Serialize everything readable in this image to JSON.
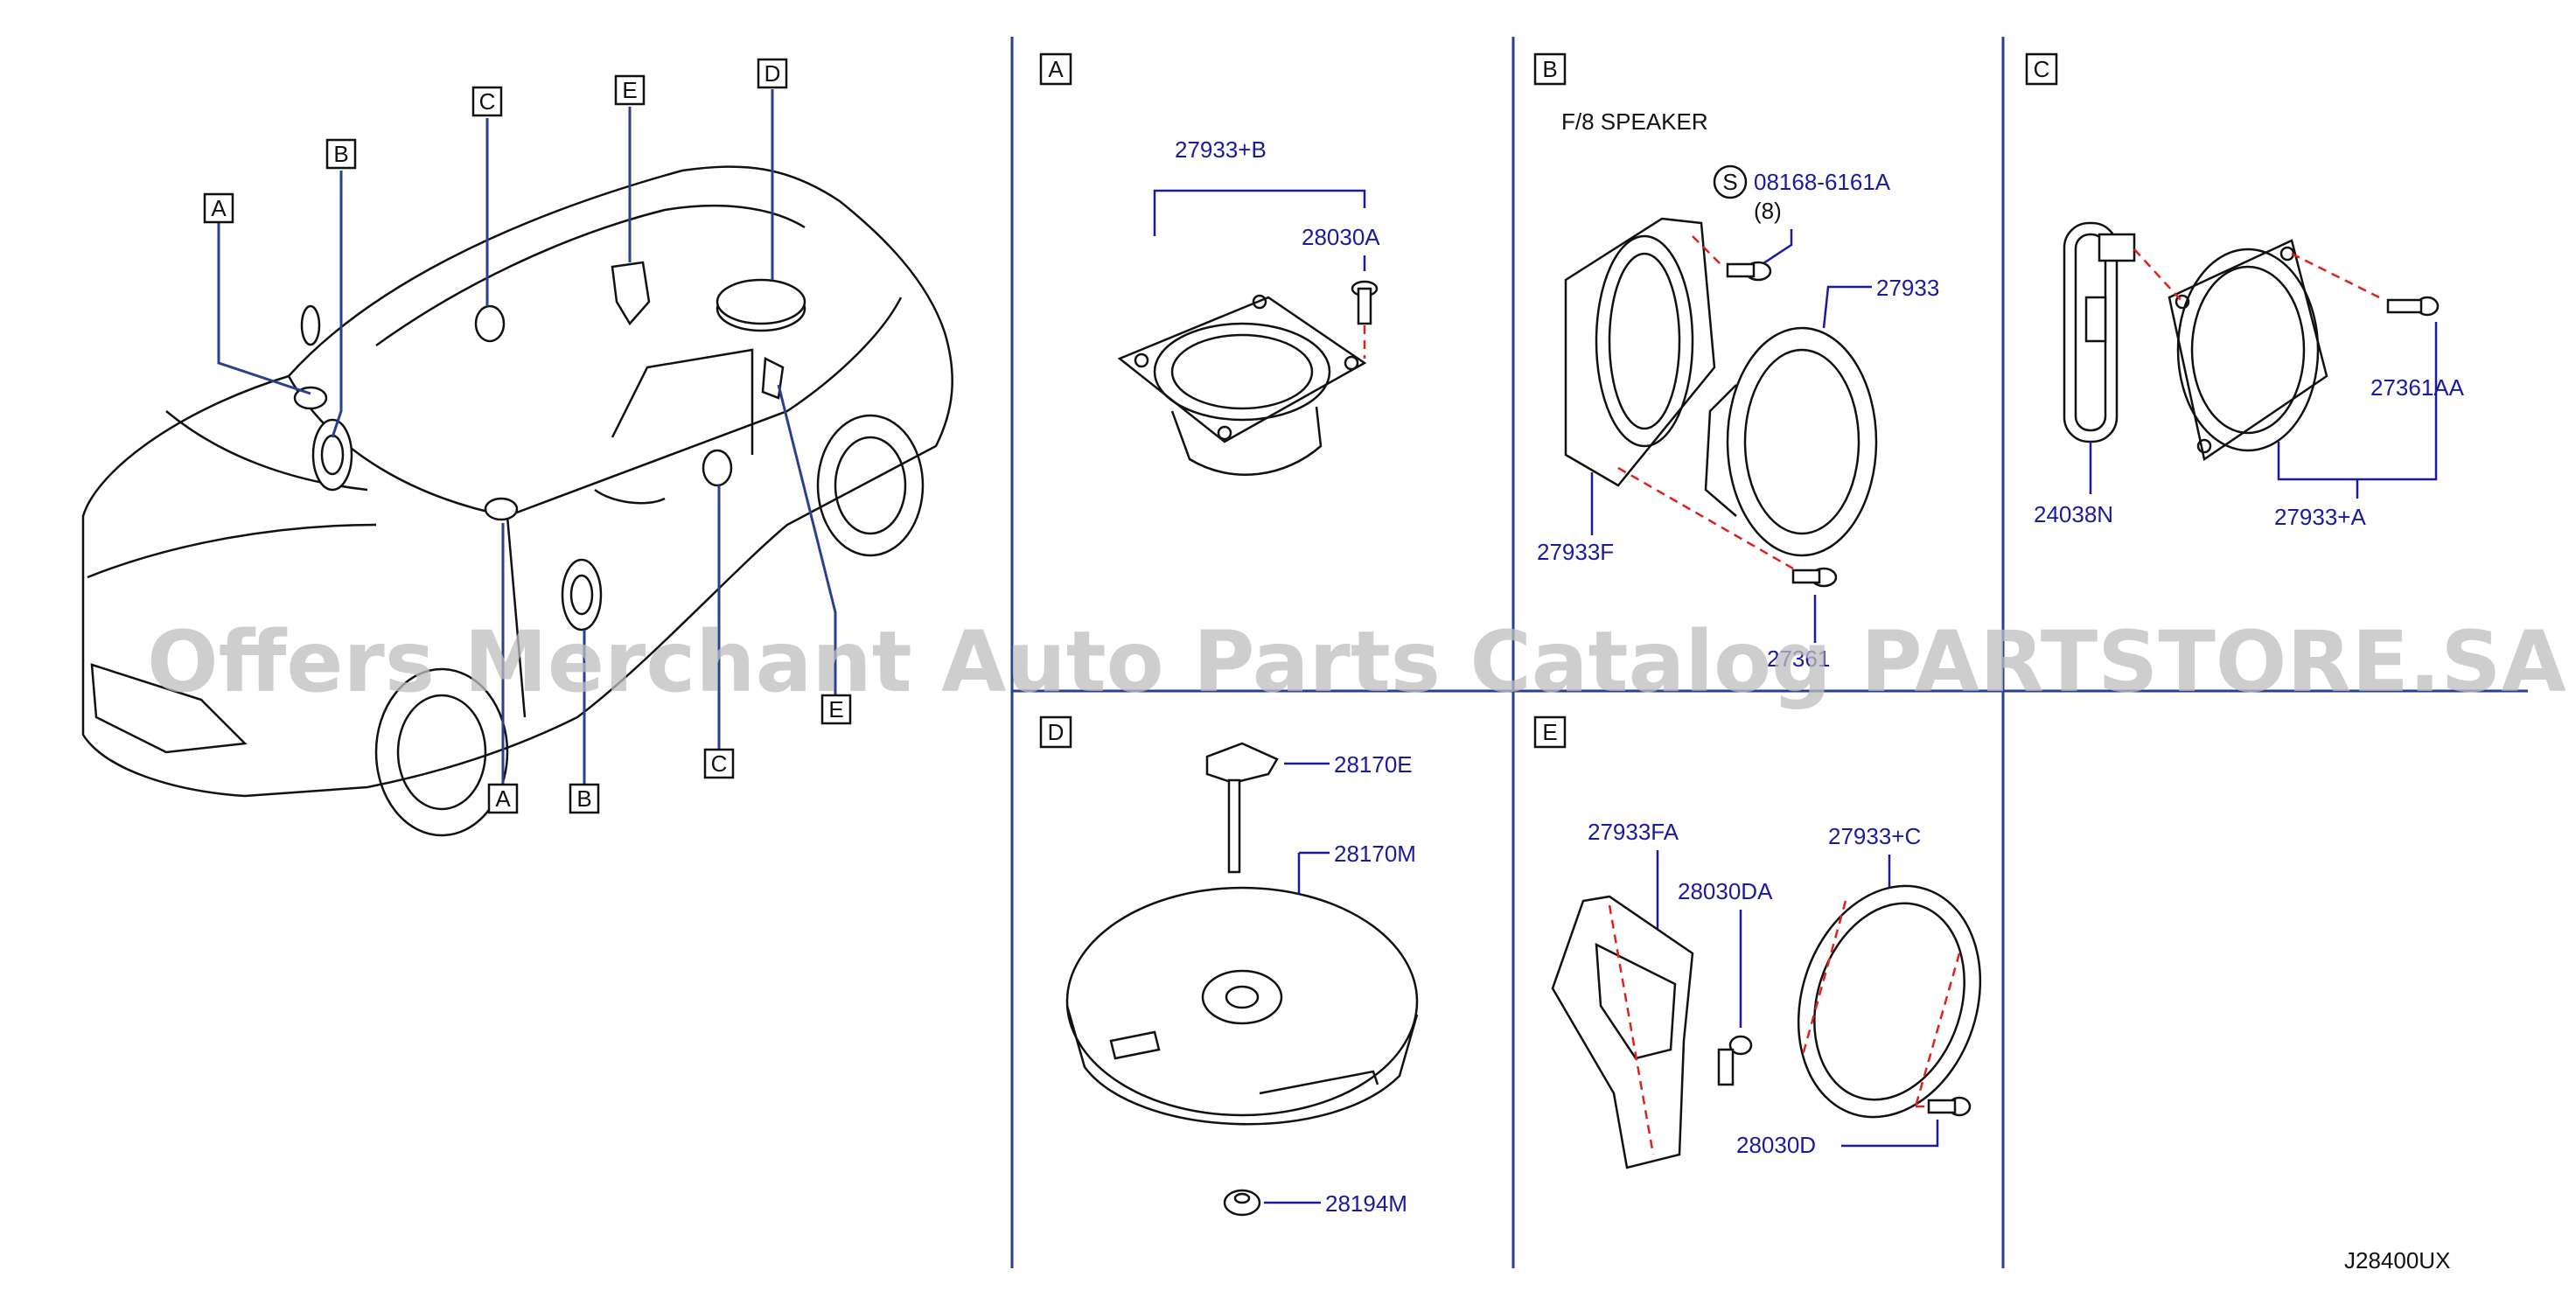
{
  "panels": {
    "A": {
      "tag": "A",
      "labels": [
        "27933+B",
        "28030A"
      ]
    },
    "B": {
      "tag": "B",
      "caption": "F/8   SPEAKER",
      "fastener_symbol": "S",
      "labels": [
        "08168-6161A",
        "(8)",
        "27933",
        "27933F",
        "27361"
      ]
    },
    "C": {
      "tag": "C",
      "labels": [
        "24038N",
        "27361AA",
        "27933+A"
      ]
    },
    "D": {
      "tag": "D",
      "labels": [
        "28170E",
        "28170M",
        "28194M"
      ]
    },
    "E": {
      "tag": "E",
      "labels": [
        "27933FA",
        "28030DA",
        "27933+C",
        "28030D"
      ]
    }
  },
  "overview_callouts": [
    "A",
    "B",
    "C",
    "E",
    "D",
    "E",
    "C",
    "B",
    "A"
  ],
  "watermark": "Offers Merchant Auto Parts Catalog PARTSTORE.SA",
  "diagram_code": "J28400UX",
  "colors": {
    "part_number": "#1a1aa0",
    "leader": "#2a3f8f",
    "dashed": "#e02020"
  }
}
